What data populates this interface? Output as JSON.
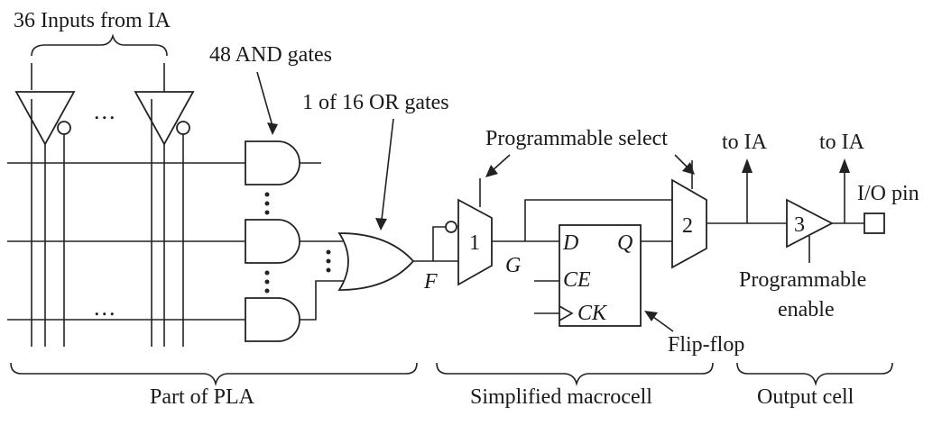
{
  "labels": {
    "inputs_from_ia": "36 Inputs from IA",
    "and_gates": "48 AND gates",
    "or_gates": "1 of 16 OR gates",
    "programmable_select": "Programmable select",
    "to_ia_1": "to IA",
    "to_ia_2": "to IA",
    "io_pin": "I/O pin",
    "programmable_enable_1": "Programmable",
    "programmable_enable_2": "enable",
    "flip_flop": "Flip-flop",
    "part_of_pla": "Part of PLA",
    "simplified_macrocell": "Simplified macrocell",
    "output_cell": "Output cell"
  },
  "signals": {
    "f": "F",
    "g": "G",
    "d": "D",
    "q": "Q",
    "ce": "CE",
    "ck": "CK"
  },
  "blocks": {
    "mux1": "1",
    "mux2": "2",
    "buffer3": "3"
  },
  "ellipsis": "..."
}
